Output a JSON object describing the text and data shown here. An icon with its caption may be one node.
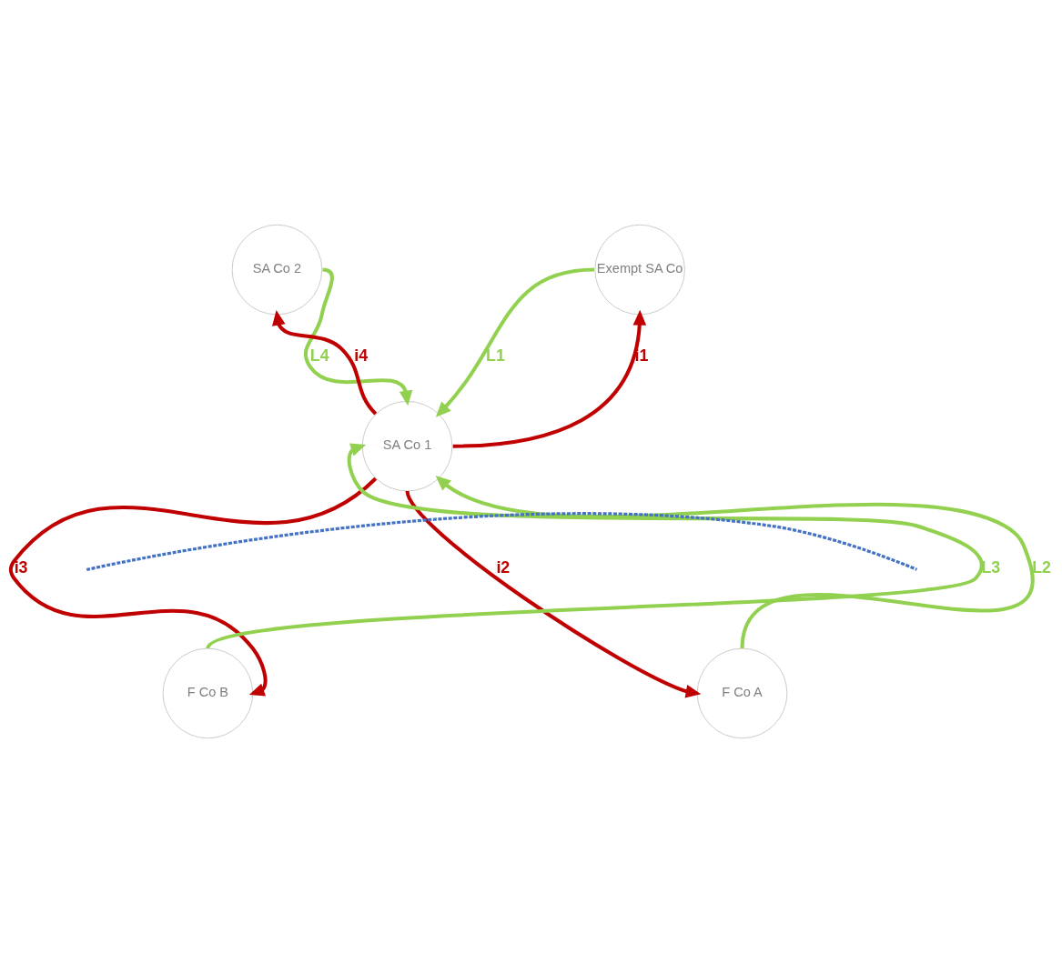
{
  "diagram": {
    "nodes": [
      {
        "text": [
          "SA Co 2"
        ]
      },
      {
        "text": [
          "Exempt SA Co"
        ]
      },
      {
        "text": [
          "SA Co 1"
        ]
      },
      {
        "text": [
          "F Co B"
        ]
      },
      {
        "text": [
          "F Co A"
        ]
      }
    ],
    "edges": [
      {
        "from": 0,
        "to": 2,
        "arrow": "to",
        "label": "L4",
        "color": "#92d050"
      },
      {
        "from": 2,
        "to": 0,
        "arrow": "to",
        "label": "i4",
        "color": "#c00000"
      },
      {
        "from": 1,
        "to": 2,
        "arrow": "to",
        "label": "L1",
        "color": "#92d050"
      },
      {
        "from": 2,
        "to": 1,
        "arrow": "to",
        "label": "i1",
        "color": "#c00000"
      },
      {
        "from": 3,
        "to": 2,
        "arrow": "to",
        "label": "L3",
        "color": "#92d050"
      },
      {
        "from": 2,
        "to": 3,
        "arrow": "to",
        "label": "i3",
        "color": "#c00000"
      },
      {
        "from": 4,
        "to": 2,
        "arrow": "to",
        "label": "L2",
        "color": "#92d050"
      },
      {
        "from": 2,
        "to": 4,
        "arrow": "to",
        "label": "i2",
        "color": "#c00000"
      }
    ]
  }
}
